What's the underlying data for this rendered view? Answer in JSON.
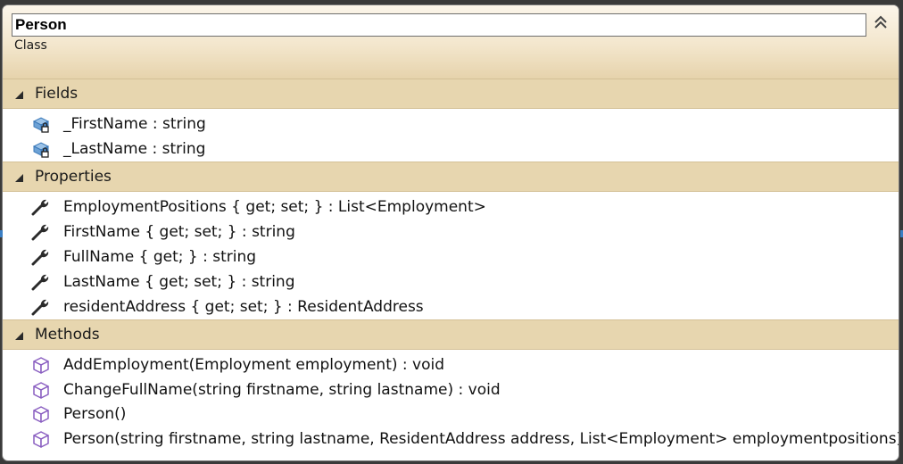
{
  "header": {
    "name": "Person",
    "kind": "Class"
  },
  "sections": {
    "fields": {
      "label": "Fields",
      "items": [
        {
          "text": "_FirstName : string",
          "icon": "private-field-icon"
        },
        {
          "text": "_LastName : string",
          "icon": "private-field-icon"
        }
      ]
    },
    "properties": {
      "label": "Properties",
      "items": [
        {
          "text": "EmploymentPositions { get; set; } : List<Employment>",
          "icon": "property-wrench-icon"
        },
        {
          "text": "FirstName { get; set; } : string",
          "icon": "property-wrench-icon"
        },
        {
          "text": "FullName { get; } : string",
          "icon": "property-wrench-icon"
        },
        {
          "text": "LastName { get; set; } : string",
          "icon": "property-wrench-icon"
        },
        {
          "text": "residentAddress { get; set; } : ResidentAddress",
          "icon": "property-wrench-icon"
        }
      ]
    },
    "methods": {
      "label": "Methods",
      "items": [
        {
          "text": "AddEmployment(Employment employment) : void",
          "icon": "method-cube-icon"
        },
        {
          "text": "ChangeFullName(string firstname, string lastname) : void",
          "icon": "method-cube-icon"
        },
        {
          "text": "Person()",
          "icon": "method-cube-icon"
        },
        {
          "text": "Person(string firstname, string lastname, ResidentAddress address, List<Employment> employmentpositions)",
          "icon": "method-cube-icon"
        }
      ]
    }
  },
  "colors": {
    "section_band": "#e7d6af",
    "header_gradient_top": "#fbf5ea",
    "header_gradient_bottom": "#e6d3ac",
    "method_icon": "#8a5fc1"
  }
}
